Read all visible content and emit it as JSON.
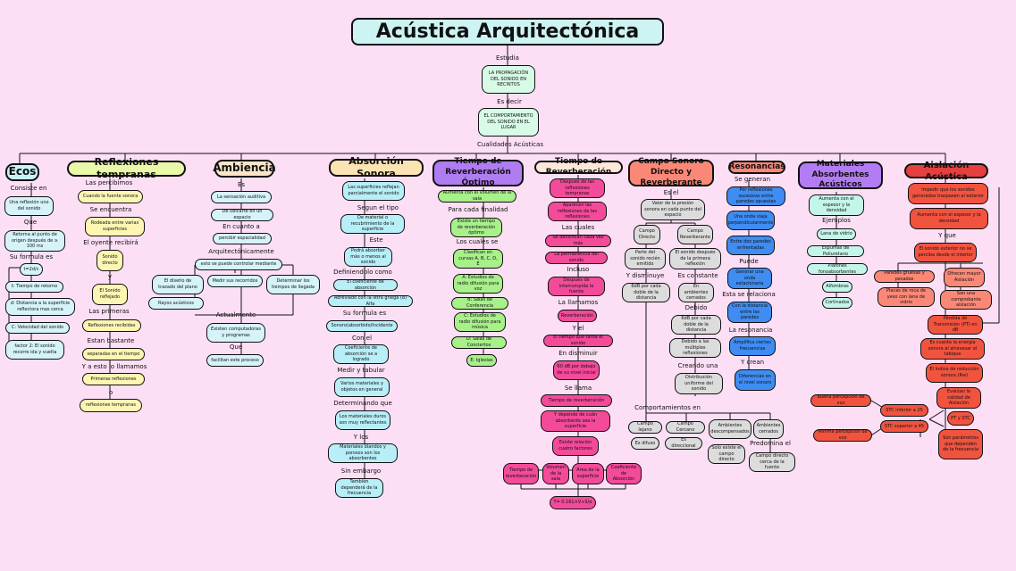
{
  "title": "Acústica Arquitectónica",
  "top": {
    "estudia": "Estudia",
    "propagacion": "LA PROPAGACIÓN DEL SONIDO EN RECINTOS",
    "es_decir": "Es decir",
    "comportamiento": "EL COMPORTAMIENTO DEL SONIDO EN EL LUGAR",
    "cualidades": "Cualidades Acústicas"
  },
  "ecos": {
    "title": "Ecos",
    "consiste": "Consiste en",
    "n1": "Una reflexión uno del sonido",
    "que": "Que",
    "n2": "Retorna al punto de origen después de ≥ 100 ms",
    "formula_label": "Su formula es",
    "formula": "t=2d/c",
    "v1": "t: Tiempo de retorno",
    "v2": "d: Distancia a la superficie reflectora mas cerca",
    "v3": "C: Velocidad del sonido",
    "v4": "factor 2: El sonido recorre ida y vuelta"
  },
  "reflexiones": {
    "title": "Reflexiones tempranas",
    "percibimos": "Las percibimos",
    "n1": "Cuando la fuente sonora",
    "encuentra": "Se encuentra",
    "n2": "Rodeada entre varias superficies",
    "oyente": "El oyente recibirá",
    "n3": "Sonido directo",
    "y": "y",
    "n4": "El Sonido reflejado",
    "primeras": "Las primeras",
    "n5": "Reflexiones recibidas",
    "bastante": "Estan bastante",
    "n6": "separadas en el tiempo",
    "llamamos": "Y a esto lo llamamos",
    "n7": "Primeras reflexiones",
    "o": "o",
    "n8": "reflexiones tempranas"
  },
  "ambiencia": {
    "title": "Ambiencia",
    "es": "Es",
    "n1": "La sensación auditiva",
    "n2": "De ubicarte en un espacio",
    "cuanto": "En cuanto a",
    "n3": "percibir espacialidad",
    "arq": "Arquitectónicamente",
    "n4": "esto se puede controlar mediante",
    "c1": "El diseño de trazado del plano",
    "c2": "Medir sus recorridos",
    "c3": "Determinar los tiempos de llegada",
    "c4": "Rayos acústicos",
    "actualmente": "Actualmente",
    "n5": "Existen computadoras y programas",
    "que": "Que",
    "n6": "facilitan este proceso"
  },
  "absorcion": {
    "title": "Absorción Sonora",
    "n1": "Las superficies reflejan parcialmente el sonido",
    "segun": "Segun el tipo",
    "n2": "De material o recubrimiento de la superficie",
    "este": "Este",
    "n3": "Podrá absorber más o menos al sonido",
    "definiendo": "Definiendolo como",
    "n4": "El coeficiente de absorción",
    "n5": "Abreviado con la letra griega (α) Alfa",
    "formula_label": "Su formula es",
    "n6": "Sonoro(absorbido/Incidente",
    "con_el": "Con el",
    "n7": "Coeficiente de absorción se a logrado",
    "medir": "Medir y tabular",
    "n8": "Varios materiales y objetos en general",
    "determinando": "Determinando que",
    "n9": "Los materiales duros son muy reflectantes",
    "y_los": "Y los",
    "n10": "Materiales blandos y porosos son los absorbentes",
    "sin_embargo": "Sin embargo",
    "n11": "También dependerá de la frecuencia"
  },
  "tiempo_optimo": {
    "title": "Tiempo de Reverberación Óptimo",
    "n1": "Aumenta con el volumen de la sala",
    "para": "Para cada finalidad",
    "n2": "Existe un tiempo de reverberación óptimo",
    "cuales": "Los cuales se",
    "n3": "Clasifican en curvas A, B, C, D, E",
    "a": "A: Estudios de radio difusión para voz",
    "b": "B: Salas de Conferencia",
    "c": "C: Estudios de radio difusión para música",
    "d": "D: Salas de Conciertos",
    "e": "E: Iglesias"
  },
  "reverberacion": {
    "title": "Tiempo de Reverberación",
    "n1": "Después de las reflexiones tempranas",
    "n2": "Aparecen las reflexiones de las reflexiones",
    "las_cuales": "Las cuales",
    "n3": "Se densifican cada vez más",
    "n4": "La permanencia del sonido",
    "incluso": "Incluso",
    "n5": "Después de interrumpida la fuente",
    "llamamos": "La llamamos",
    "n6": "Reverberación",
    "y_el": "Y el",
    "n7": "El tiempo que tarda el sonido",
    "disminuir": "En disminuir",
    "n8": "60 dB por debajo de su nivel inicial",
    "se_llama": "Se llama",
    "n9": "Tiempo de reverberación",
    "n10": "Y depende de cuán absorbente sea la superficie",
    "n11": "Existe relación cuatro factores",
    "f1": "Tiempo de reverberación",
    "f2": "Volumen de la sala",
    "f3": "Área de la superficie",
    "f4": "Coeficiente de Absorción",
    "formula": "T= 0.161×V÷S/α"
  },
  "campo": {
    "title": "Campo Sonoro Directo y Reverberante",
    "es_el": "Es el",
    "n1": "Valor de la presión sonora en cada punto del espacio",
    "c1": "Campo Directo",
    "c2": "Campo Reverberante",
    "n2": "Parte del sonido recién emitido",
    "n3": "El sonido después de la primera reflexión",
    "disminuye": "Y disminuye",
    "constante": "Es constante",
    "n4": "6dB por cada doble de la distancia",
    "n5": "En ambientes cerrados",
    "debido": "Debido",
    "n6": "6dB por cada doble de la distancia",
    "n7": "Debido a las múltiples reflexiones",
    "creando": "Creando una",
    "n8": "Distribución uniforme del sonido",
    "comportamientos": "Comportamientos en",
    "b1": "Campo lejano",
    "b2": "Campo Cercano",
    "b3": "Ambientes descompensados",
    "b4": "Ambientes cerrados",
    "b5": "Es difuso",
    "b6": "Es direccional",
    "b7": "Solo existe el campo directo",
    "predomina": "Predomina el",
    "b8": "Campo directo cerca de la fuente"
  },
  "resonancias": {
    "title": "Resonancias",
    "generan": "Se generan",
    "n1": "Por reflexiones sucesivas entre paredes opuestas",
    "n2": "Una onda viaja perpendicularmente",
    "n3": "Entre dos paredes enfrentadas",
    "puede": "Puede",
    "n4": "Generar una onda estacionaria",
    "relaciona": "Esta se relaciona",
    "n5": "Con la distancia entre las paredes",
    "resonancia": "La resonancia",
    "n6": "Amplifica ciertas frecuencias",
    "crean": "Y crean",
    "n7": "Diferencias en el nivel sonoro"
  },
  "materiales": {
    "title": "Materiales Absorbentes Acústicos",
    "n1": "Aumenta con el espesor y la densidad",
    "ejemplos": "Ejemplos",
    "e1": "Lana de vidrio",
    "e2": "Espumas de Poliuretano",
    "e3": "Plafones fonoabsorbentes",
    "e4": "Alfombras",
    "e5": "Cortinados"
  },
  "aislacion": {
    "title": "Aislación Acústica",
    "n1": "Impedir que los sonidos generados traspasen al exterior",
    "n2": "Aumenta con el espesor y la densidad",
    "y_que": "Y que",
    "n3": "El sonido exterior no se perciba desde el interior",
    "s1": "Paredes gruesas y pesadas",
    "s2": "Ofrecen mayor Aislación",
    "s3": "Placas de roca de yeso con lana de vidrio",
    "s4": "Son una comprobante aislación",
    "n4": "Pérdida de Transmisión (PT) en dB",
    "n5": "Es cuanta la energía sonora al atravesar el tabique",
    "n6": "El índice de reducción sonora (Rw)",
    "n7": "Evalúan la calidad de Aislación",
    "n8": "PT y STC",
    "n9": "Son parámetros que dependen de la frecuencia",
    "stc1": "STC inferior a 25",
    "stc2": "STC superior a 45",
    "p1": "Buena percepción de voz",
    "p2": "Mínima percepción de voz"
  }
}
